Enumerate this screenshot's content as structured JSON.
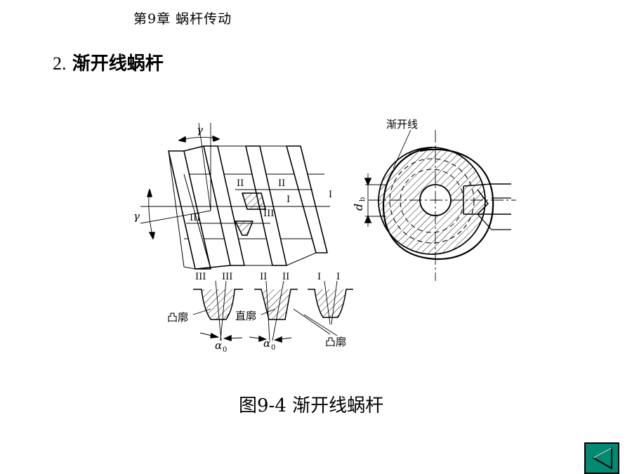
{
  "header": {
    "chapter": "第9章  蜗杆传动"
  },
  "section": {
    "number": "2.",
    "title": "渐开线蜗杆"
  },
  "figure": {
    "caption": "图9-4 渐开线蜗杆",
    "labels": {
      "gamma_top": "γ",
      "gamma_left": "γ",
      "sec_II_a": "II",
      "sec_II_b": "II",
      "sec_I_mid": "I",
      "sec_I_right": "I",
      "sec_III_a": "III",
      "sec_III_b": "III",
      "bottom_III_a": "III",
      "bottom_III_b": "III",
      "bottom_II_a": "II",
      "bottom_II_b": "II",
      "bottom_I_a": "I",
      "bottom_I_b": "I",
      "convex_left": "凸廓",
      "straight": "直廓",
      "convex_right": "凸廓",
      "alpha1": "α",
      "alpha1_sub": "0",
      "alpha2": "α",
      "alpha2_sub": "0",
      "involute": "渐开线",
      "db": "d",
      "db_sub": "b"
    }
  },
  "nav": {
    "next_icon": "triangle-left-icon",
    "accent": "#008a74"
  }
}
